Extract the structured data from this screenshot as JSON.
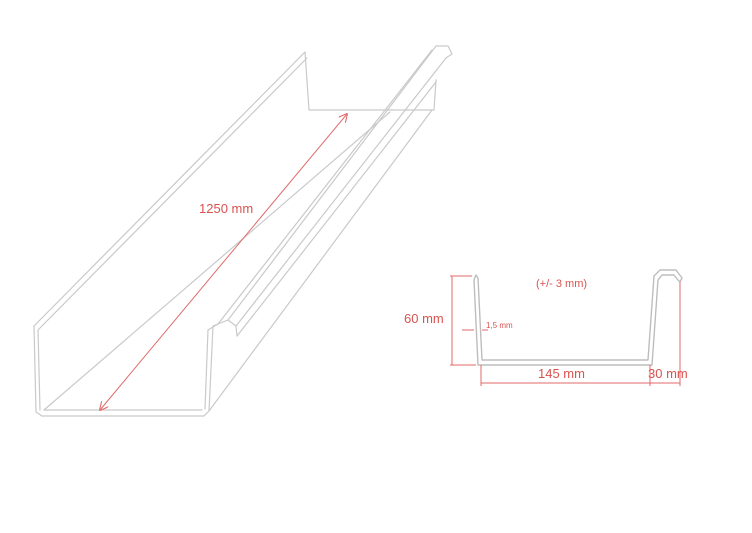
{
  "dimensions": {
    "length": "1250 mm",
    "tolerance": "(+/- 3 mm)",
    "height": "60 mm",
    "thickness": "1,5 mm",
    "width": "145 mm",
    "flange": "30 mm"
  },
  "colors": {
    "outline": "#c9c9c9",
    "dimension": "#d9534f"
  }
}
